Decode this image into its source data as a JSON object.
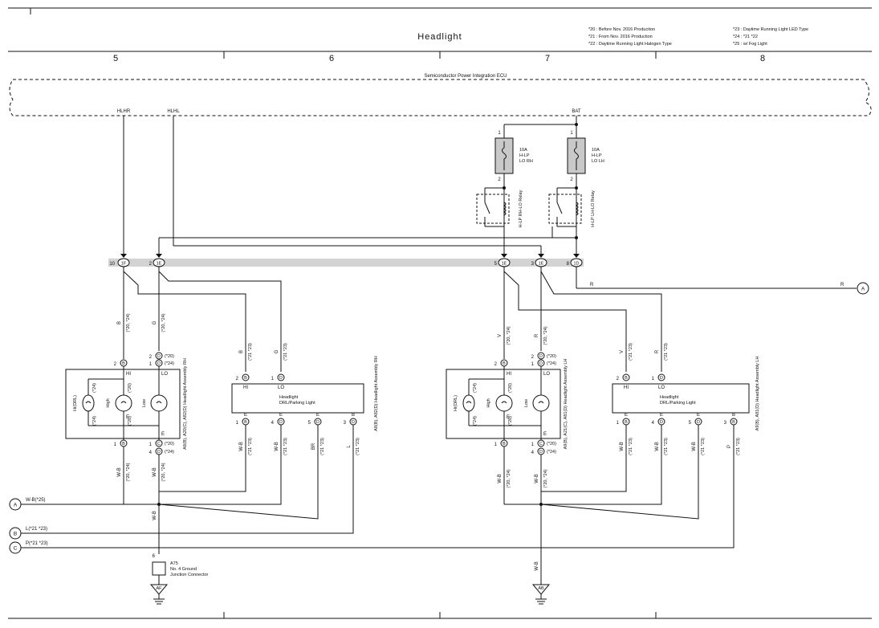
{
  "title": "Headlight",
  "notes_left": [
    "*20 : Before Nov. 2016 Production",
    "*21 : From Nov. 2016 Production",
    "*22 : Daytime Running Light Halogen Type"
  ],
  "notes_right": [
    "*23 : Daytime Running Light LED Type",
    "*24 : *21 *22",
    "*25 : w/ Fog Light"
  ],
  "grid_numbers": [
    "5",
    "6",
    "7",
    "8"
  ],
  "ecu_label": "Semiconductor Power Integration ECU",
  "ecu_pins": {
    "hlhr": "HLHR",
    "hlhl": "HLHL",
    "bat": "BAT"
  },
  "fuse_rh": {
    "pin_top": "1",
    "pin_bottom": "2",
    "lines": [
      "10A",
      "H-LP",
      "LO RH"
    ]
  },
  "fuse_lh": {
    "pin_top": "1",
    "pin_bottom": "2",
    "lines": [
      "10A",
      "H-LP",
      "LO LH"
    ]
  },
  "relay_rh": "H-LP RH-LO Relay",
  "relay_lh": "H-LP LH-LO Relay",
  "bar_connectors": [
    {
      "pin": "10",
      "id": "1F"
    },
    {
      "pin": "2",
      "id": "1E"
    },
    {
      "pin": "5",
      "id": "1E"
    },
    {
      "pin": "3",
      "id": "1E"
    },
    {
      "pin": "8",
      "id": "1D"
    }
  ],
  "rh": {
    "assembly": "A8(B), A20(C), A82(D) Headlight Assembly RH",
    "drl_assembly": "A8(B), A82(D) Headlight Assembly RH",
    "wire_hi": "B",
    "wire_lo": "G",
    "note_hi": "(*20, *24)",
    "note_lo": "(*20, *24)",
    "drl_wire_hi": "B",
    "drl_wire_lo": "G",
    "drl_note": "(*21 *23)"
  },
  "lh": {
    "assembly": "A9(B), A21(C), A81(D) Headlight Assembly LH",
    "drl_assembly": "A9(B), A81(D) Headlight Assembly LH",
    "wire_hi": "V",
    "wire_lo": "R",
    "note_hi": "(*20, *24)",
    "note_lo": "(*20, *24)",
    "drl_wire_hi": "V",
    "drl_wire_lo": "R",
    "drl_note": "(*21 *23)"
  },
  "lamp_labels": {
    "hi_drl": "Hi(DRL)",
    "high": "High",
    "low": "Low",
    "hi": "HI",
    "lo": "LO",
    "e": "E",
    "b": "B"
  },
  "drl_box_title": [
    "Headlight",
    "DRL/Parking Light"
  ],
  "pin_notes": {
    "n20": "(*20)",
    "n24": "(*24)"
  },
  "bus_labels": {
    "r": "R",
    "wb": "W-B",
    "br": "BR",
    "l": "L",
    "p": "P"
  },
  "off_page": [
    {
      "letter": "A",
      "label": "W-B(*25)"
    },
    {
      "letter": "B",
      "label": "L(*21 *23)"
    },
    {
      "letter": "C",
      "label": "P(*21 *23)"
    }
  ],
  "off_page_r": "A",
  "junction": {
    "pin": "6",
    "id": "A75",
    "lines": [
      "No. 4 Ground",
      "Junction Connector"
    ]
  },
  "grounds": [
    "AF",
    "AB"
  ]
}
